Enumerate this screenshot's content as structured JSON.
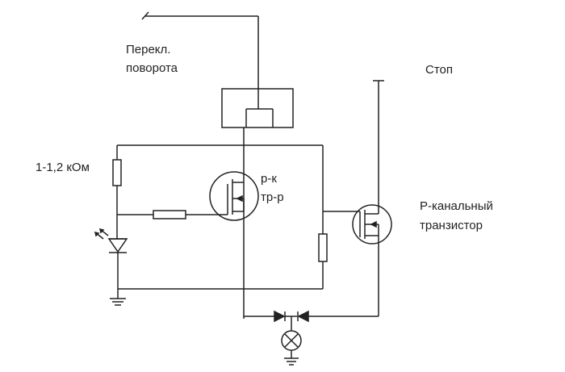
{
  "labels": {
    "turn_switch_line1": "Перекл.",
    "turn_switch_line2": "поворота",
    "stop": "Стоп",
    "resistor_value": "1-1,2 кОм",
    "transistor1_line1": "р-к",
    "transistor1_line2": "тр-р",
    "transistor2_line1": "Р-канальный",
    "transistor2_line2": "транзистор"
  },
  "colors": {
    "line": "#222222",
    "background": "#ffffff"
  }
}
